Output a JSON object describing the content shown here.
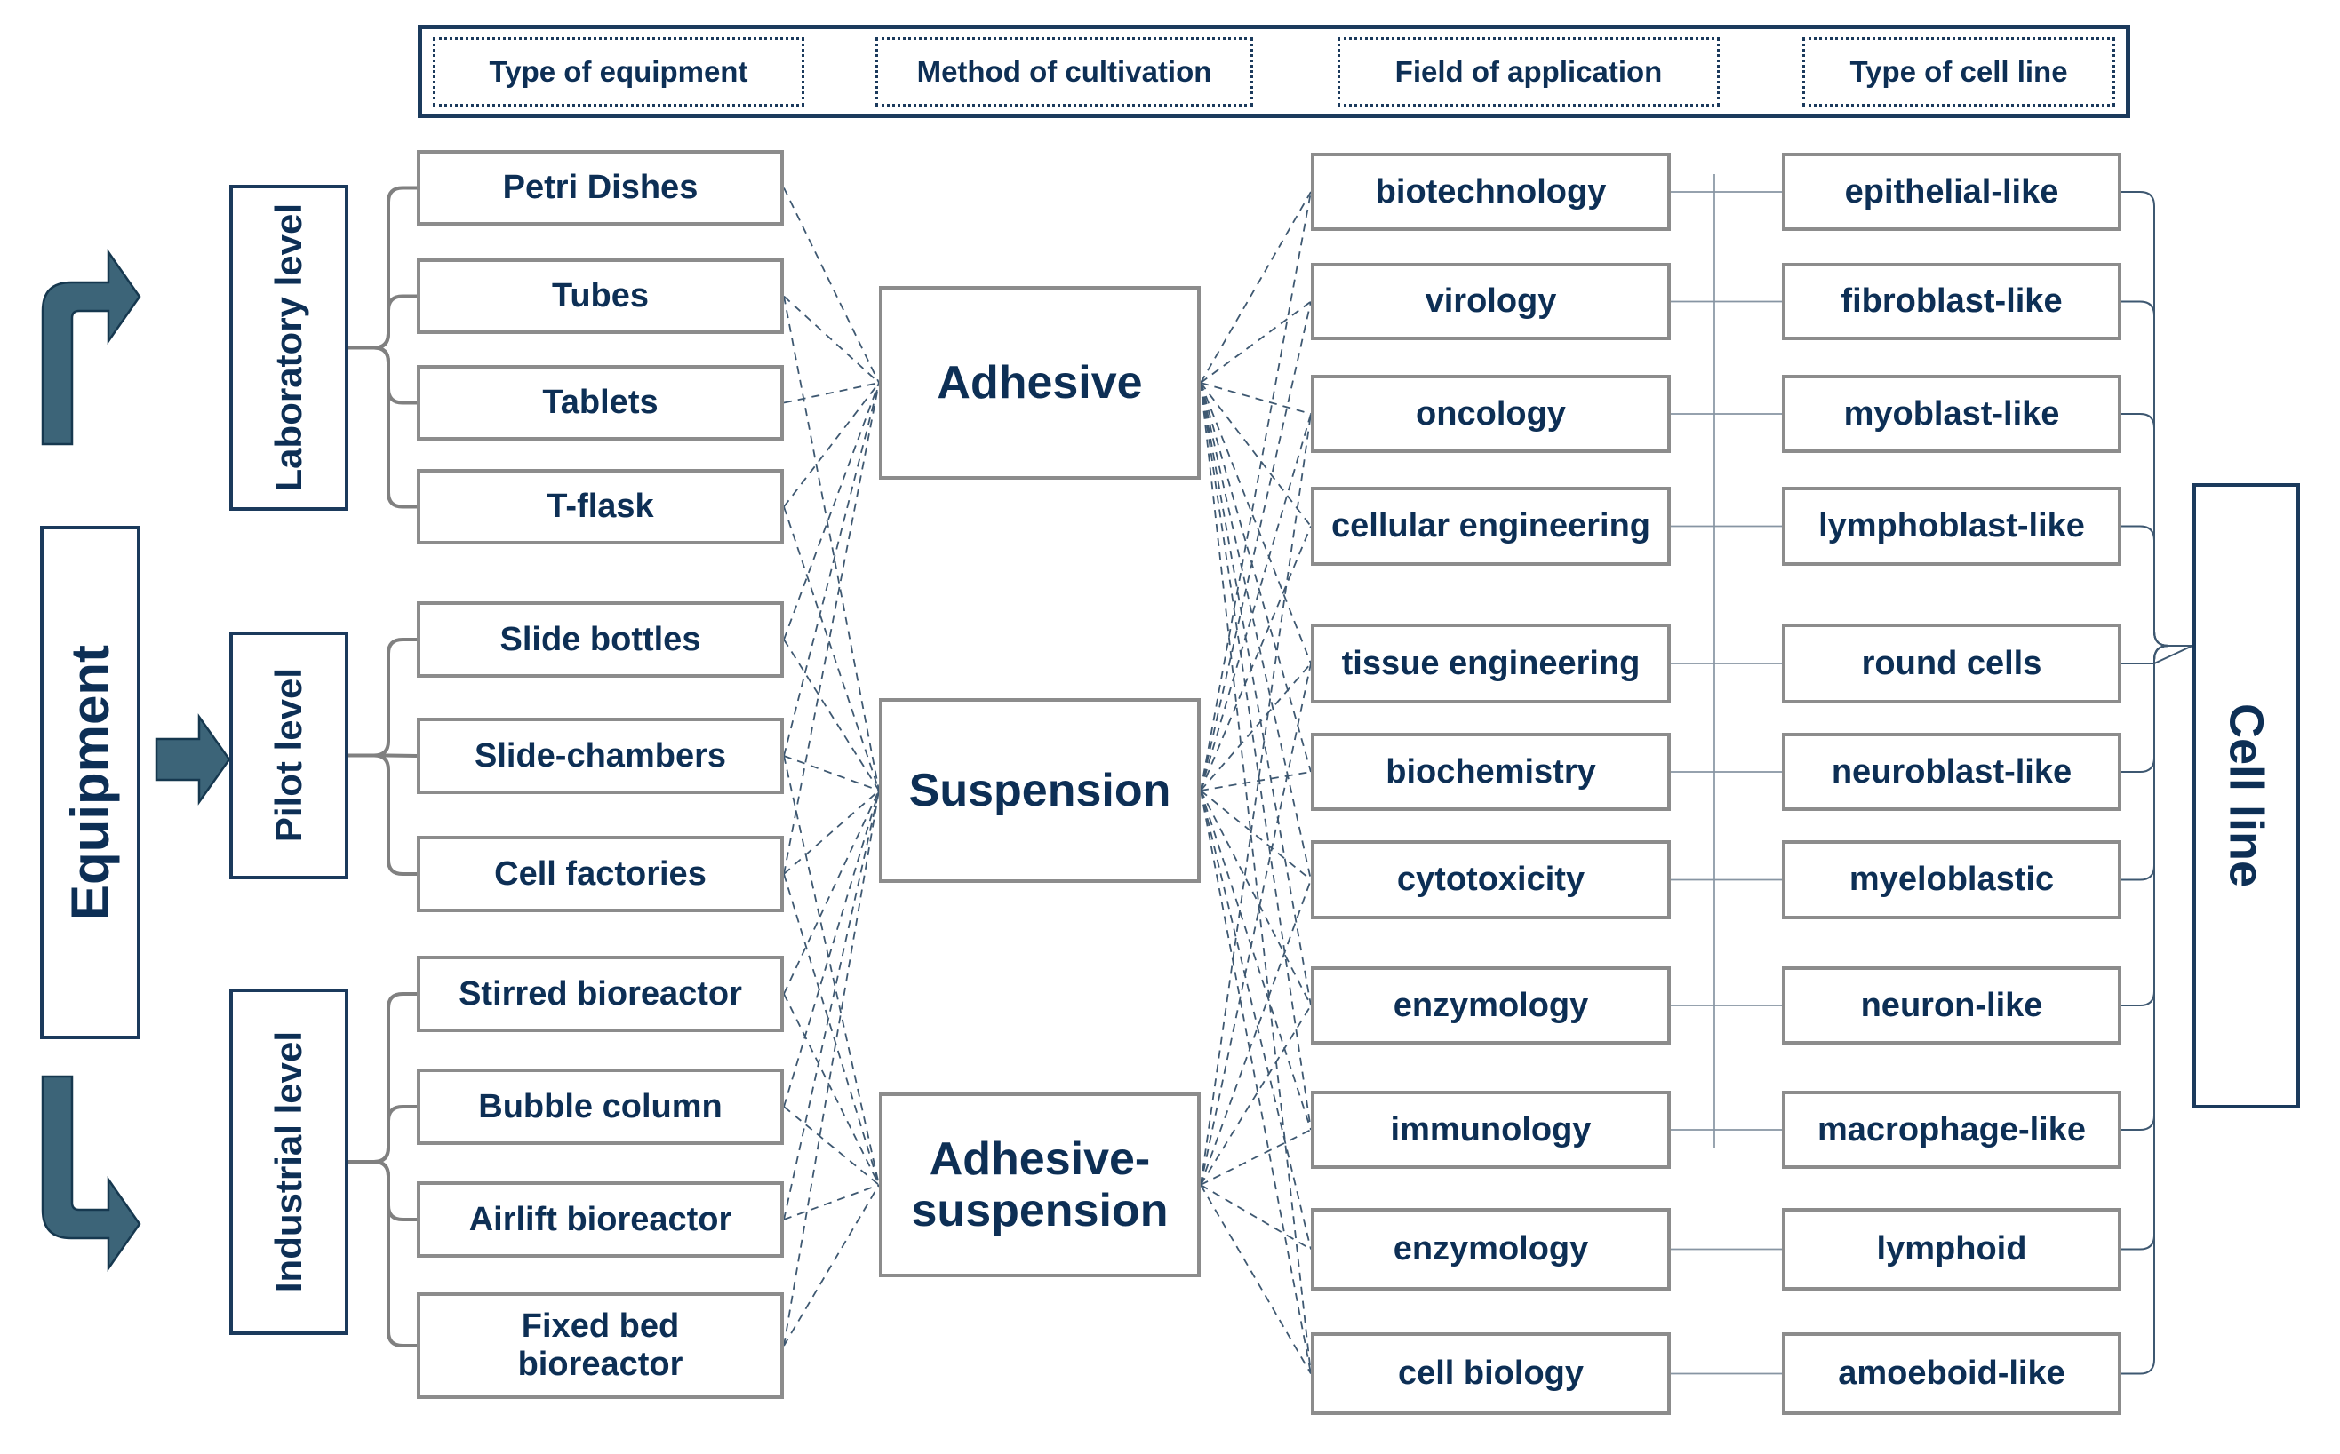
{
  "header": {
    "columns": [
      {
        "label": "Type of equipment"
      },
      {
        "label": "Method of cultivation"
      },
      {
        "label": "Field of application"
      },
      {
        "label": "Type of cell line"
      }
    ]
  },
  "left_axis": {
    "label": "Equipment"
  },
  "right_axis": {
    "label": "Cell line"
  },
  "levels": [
    {
      "id": "lab",
      "label": "Laboratory level"
    },
    {
      "id": "pilot",
      "label": "Pilot level"
    },
    {
      "id": "industrial",
      "label": "Industrial level"
    }
  ],
  "equipment": [
    {
      "id": "petri",
      "label": "Petri Dishes",
      "level": "lab"
    },
    {
      "id": "tubes",
      "label": "Tubes",
      "level": "lab"
    },
    {
      "id": "tablets",
      "label": "Tablets",
      "level": "lab"
    },
    {
      "id": "tflask",
      "label": "T-flask",
      "level": "lab"
    },
    {
      "id": "slide_bottles",
      "label": "Slide bottles",
      "level": "pilot"
    },
    {
      "id": "slide_chambers",
      "label": "Slide-chambers",
      "level": "pilot"
    },
    {
      "id": "cell_factories",
      "label": "Cell factories",
      "level": "pilot"
    },
    {
      "id": "stirred",
      "label": "Stirred bioreactor",
      "level": "industrial"
    },
    {
      "id": "bubble",
      "label": "Bubble column",
      "level": "industrial"
    },
    {
      "id": "airlift",
      "label": "Airlift bioreactor",
      "level": "industrial"
    },
    {
      "id": "fixed_bed",
      "label": "Fixed bed\nbioreactor",
      "level": "industrial"
    }
  ],
  "methods": [
    {
      "id": "adhesive",
      "label": "Adhesive"
    },
    {
      "id": "suspension",
      "label": "Suspension"
    },
    {
      "id": "adhesive_suspension",
      "label": "Adhesive-\nsuspension"
    }
  ],
  "fields": [
    {
      "id": "biotechnology",
      "label": "biotechnology"
    },
    {
      "id": "virology",
      "label": "virology"
    },
    {
      "id": "oncology",
      "label": "oncology"
    },
    {
      "id": "cellular_engineering",
      "label": "cellular engineering"
    },
    {
      "id": "tissue_engineering",
      "label": "tissue engineering"
    },
    {
      "id": "biochemistry",
      "label": "biochemistry"
    },
    {
      "id": "cytotoxicity",
      "label": "cytotoxicity"
    },
    {
      "id": "enzymology",
      "label": "enzymology"
    },
    {
      "id": "immunology",
      "label": "immunology"
    },
    {
      "id": "enzymology_2",
      "label": "enzymology"
    },
    {
      "id": "cell_biology",
      "label": "cell biology"
    }
  ],
  "cell_lines": [
    {
      "id": "epithelial",
      "label": "epithelial-like"
    },
    {
      "id": "fibroblast",
      "label": "fibroblast-like"
    },
    {
      "id": "myoblast",
      "label": "myoblast-like"
    },
    {
      "id": "lymphoblast",
      "label": "lymphoblast-like"
    },
    {
      "id": "round_cells",
      "label": "round cells"
    },
    {
      "id": "neuroblast",
      "label": "neuroblast-like"
    },
    {
      "id": "myeloblastic",
      "label": "myeloblastic"
    },
    {
      "id": "neuron",
      "label": "neuron-like"
    },
    {
      "id": "macrophage",
      "label": "macrophage-like"
    },
    {
      "id": "lymphoid",
      "label": "lymphoid"
    },
    {
      "id": "amoeboid",
      "label": "amoeboid-like"
    }
  ],
  "connections": {
    "level_to_equipment": [
      [
        "lab",
        "petri"
      ],
      [
        "lab",
        "tubes"
      ],
      [
        "lab",
        "tablets"
      ],
      [
        "lab",
        "tflask"
      ],
      [
        "pilot",
        "slide_bottles"
      ],
      [
        "pilot",
        "slide_chambers"
      ],
      [
        "pilot",
        "cell_factories"
      ],
      [
        "industrial",
        "stirred"
      ],
      [
        "industrial",
        "bubble"
      ],
      [
        "industrial",
        "airlift"
      ],
      [
        "industrial",
        "fixed_bed"
      ]
    ],
    "equipment_to_method": [
      [
        "petri",
        "adhesive"
      ],
      [
        "tubes",
        "adhesive"
      ],
      [
        "tablets",
        "adhesive"
      ],
      [
        "tflask",
        "adhesive"
      ],
      [
        "slide_bottles",
        "adhesive"
      ],
      [
        "slide_chambers",
        "adhesive"
      ],
      [
        "cell_factories",
        "adhesive"
      ],
      [
        "tubes",
        "suspension"
      ],
      [
        "tflask",
        "suspension"
      ],
      [
        "slide_bottles",
        "suspension"
      ],
      [
        "slide_chambers",
        "suspension"
      ],
      [
        "cell_factories",
        "suspension"
      ],
      [
        "stirred",
        "suspension"
      ],
      [
        "bubble",
        "suspension"
      ],
      [
        "airlift",
        "suspension"
      ],
      [
        "fixed_bed",
        "suspension"
      ],
      [
        "slide_chambers",
        "adhesive_suspension"
      ],
      [
        "cell_factories",
        "adhesive_suspension"
      ],
      [
        "stirred",
        "adhesive_suspension"
      ],
      [
        "bubble",
        "adhesive_suspension"
      ],
      [
        "airlift",
        "adhesive_suspension"
      ],
      [
        "fixed_bed",
        "adhesive_suspension"
      ]
    ],
    "method_to_field": [
      [
        "adhesive",
        "biotechnology"
      ],
      [
        "adhesive",
        "virology"
      ],
      [
        "adhesive",
        "oncology"
      ],
      [
        "adhesive",
        "cellular_engineering"
      ],
      [
        "adhesive",
        "tissue_engineering"
      ],
      [
        "adhesive",
        "biochemistry"
      ],
      [
        "adhesive",
        "cytotoxicity"
      ],
      [
        "adhesive",
        "enzymology"
      ],
      [
        "adhesive",
        "immunology"
      ],
      [
        "adhesive",
        "cell_biology"
      ],
      [
        "suspension",
        "biotechnology"
      ],
      [
        "suspension",
        "virology"
      ],
      [
        "suspension",
        "oncology"
      ],
      [
        "suspension",
        "cellular_engineering"
      ],
      [
        "suspension",
        "tissue_engineering"
      ],
      [
        "suspension",
        "biochemistry"
      ],
      [
        "suspension",
        "cytotoxicity"
      ],
      [
        "suspension",
        "enzymology"
      ],
      [
        "suspension",
        "immunology"
      ],
      [
        "suspension",
        "enzymology_2"
      ],
      [
        "suspension",
        "cell_biology"
      ],
      [
        "adhesive_suspension",
        "oncology"
      ],
      [
        "adhesive_suspension",
        "tissue_engineering"
      ],
      [
        "adhesive_suspension",
        "cytotoxicity"
      ],
      [
        "adhesive_suspension",
        "enzymology"
      ],
      [
        "adhesive_suspension",
        "immunology"
      ],
      [
        "adhesive_suspension",
        "enzymology_2"
      ],
      [
        "adhesive_suspension",
        "cell_biology"
      ]
    ],
    "field_to_cell_line": [
      [
        "biotechnology",
        "epithelial"
      ],
      [
        "virology",
        "fibroblast"
      ],
      [
        "oncology",
        "myoblast"
      ],
      [
        "cellular_engineering",
        "lymphoblast"
      ],
      [
        "tissue_engineering",
        "round_cells"
      ],
      [
        "biochemistry",
        "neuroblast"
      ],
      [
        "cytotoxicity",
        "myeloblastic"
      ],
      [
        "enzymology",
        "neuron"
      ],
      [
        "immunology",
        "macrophage"
      ],
      [
        "enzymology_2",
        "lymphoid"
      ],
      [
        "cell_biology",
        "amoeboid"
      ]
    ],
    "cell_line_to_axis": [
      "epithelial",
      "fibroblast",
      "myoblast",
      "lymphoblast",
      "round_cells",
      "neuroblast",
      "myeloblastic",
      "neuron",
      "macrophage",
      "lymphoid",
      "amoeboid"
    ]
  },
  "colors": {
    "navy_text": "#0D2F55",
    "navy_border": "#1B3A5C",
    "gray_border": "#8C8C8C",
    "bracket_gray": "#808080",
    "line_dark": "#3E5871",
    "line_light": "#8795A3",
    "arrow_fill": "#3C6478",
    "arrow_stroke": "#16384F",
    "background": "#FFFFFF"
  }
}
